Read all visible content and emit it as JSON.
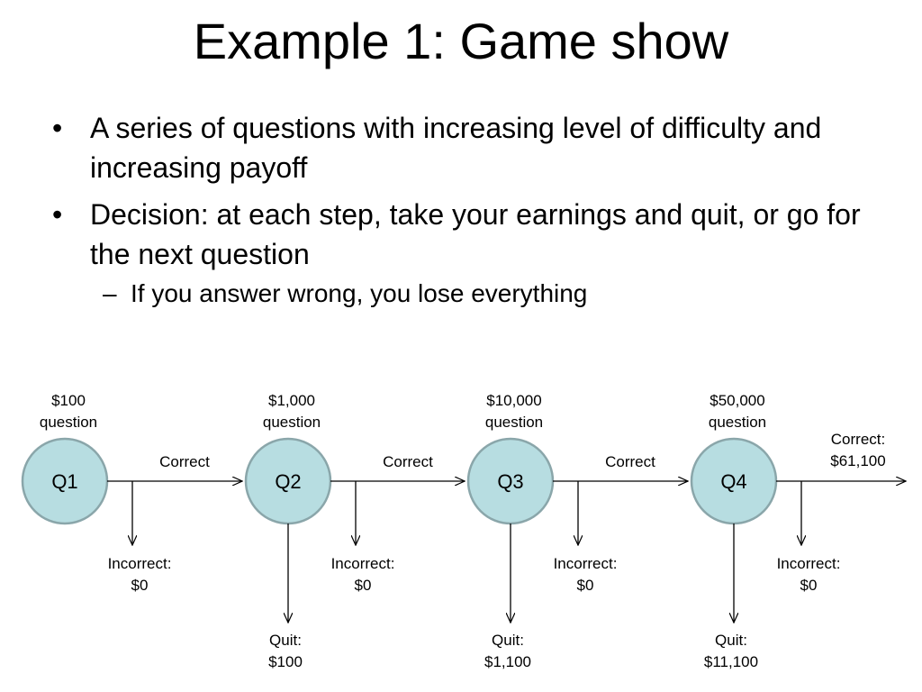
{
  "slide": {
    "title": "Example 1: Game show",
    "bullets": [
      {
        "marker": "•",
        "text": "A series of questions with increasing level of difficulty and increasing payoff"
      },
      {
        "marker": "•",
        "text": "Decision: at each step, take your earnings and quit, or go for the next question"
      }
    ],
    "sub_bullets": [
      {
        "marker": "–",
        "text": "If you answer wrong, you lose everything"
      }
    ]
  },
  "diagram": {
    "nodes": [
      {
        "label": "Q1",
        "value_line1": "$100",
        "value_line2": "question",
        "correct_line1": "Correct",
        "correct_line2": "",
        "incorrect_line1": "Incorrect:",
        "incorrect_line2": "$0",
        "quit_line1": "",
        "quit_line2": ""
      },
      {
        "label": "Q2",
        "value_line1": "$1,000",
        "value_line2": "question",
        "correct_line1": "Correct",
        "correct_line2": "",
        "incorrect_line1": "Incorrect:",
        "incorrect_line2": "$0",
        "quit_line1": "Quit:",
        "quit_line2": "$100"
      },
      {
        "label": "Q3",
        "value_line1": "$10,000",
        "value_line2": "question",
        "correct_line1": "Correct",
        "correct_line2": "",
        "incorrect_line1": "Incorrect:",
        "incorrect_line2": "$0",
        "quit_line1": "Quit:",
        "quit_line2": "$1,100"
      },
      {
        "label": "Q4",
        "value_line1": "$50,000",
        "value_line2": "question",
        "correct_line1": "Correct:",
        "correct_line2": "$61,100",
        "incorrect_line1": "Incorrect:",
        "incorrect_line2": "$0",
        "quit_line1": "Quit:",
        "quit_line2": "$11,100"
      }
    ],
    "colors": {
      "node_fill": "#b7dde1",
      "node_stroke": "#8aa6aa",
      "line": "#000000"
    }
  }
}
